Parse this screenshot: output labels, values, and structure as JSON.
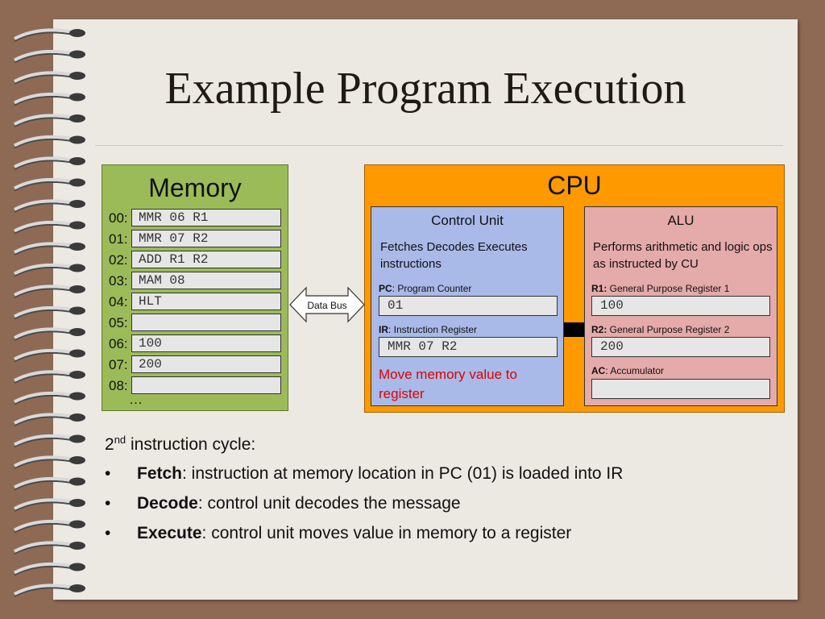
{
  "title": "Example Program Execution",
  "memory": {
    "title": "Memory",
    "rows": [
      {
        "addr": "00:",
        "value": "MMR 06 R1"
      },
      {
        "addr": "01:",
        "value": "MMR 07 R2"
      },
      {
        "addr": "02:",
        "value": "ADD R1 R2"
      },
      {
        "addr": "03:",
        "value": "MAM 08"
      },
      {
        "addr": "04:",
        "value": "HLT"
      },
      {
        "addr": "05:",
        "value": ""
      },
      {
        "addr": "06:",
        "value": "100"
      },
      {
        "addr": "07:",
        "value": "200"
      },
      {
        "addr": "08:",
        "value": ""
      }
    ],
    "ellipsis": "…"
  },
  "bus": {
    "label": "Data Bus"
  },
  "cpu": {
    "title": "CPU",
    "control_unit": {
      "title": "Control Unit",
      "description": "Fetches Decodes Executes instructions",
      "pc": {
        "abbr": "PC",
        "label": ": Program Counter",
        "value": "01"
      },
      "ir": {
        "abbr": "IR",
        "label": ": Instruction Register",
        "value": "MMR 07 R2"
      },
      "note": "Move memory value to register"
    },
    "alu": {
      "title": "ALU",
      "description": "Performs arithmetic and logic ops as instructed by CU",
      "r1": {
        "abbr": "R1:",
        "label": " General Purpose Register 1",
        "value": "100"
      },
      "r2": {
        "abbr": "R2:",
        "label": " General Purpose Register 2",
        "value": "200"
      },
      "ac": {
        "abbr": "AC",
        "label": ": Accumulator",
        "value": ""
      }
    }
  },
  "cycle": {
    "prefix": "2",
    "sup": "nd",
    "suffix": " instruction cycle:",
    "bullets": [
      {
        "term": "Fetch",
        "text": ": instruction at memory location in PC (01) is loaded into IR"
      },
      {
        "term": "Decode",
        "text": ": control unit decodes the message"
      },
      {
        "term": "Execute",
        "text": ": control unit moves value in memory to a register"
      }
    ]
  },
  "colors": {
    "memory": "#9bbb59",
    "cpu": "#ff9900",
    "control_unit": "#a9b9e8",
    "alu": "#e5aaaa",
    "note": "#e00000",
    "background": "#8e6a55"
  }
}
